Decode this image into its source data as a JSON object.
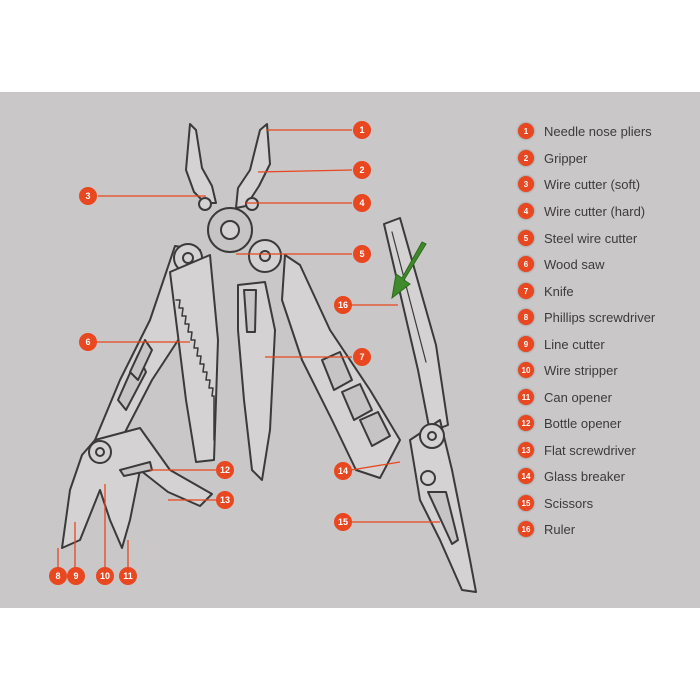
{
  "legend": [
    {
      "num": "1",
      "label": "Needle nose pliers"
    },
    {
      "num": "2",
      "label": "Gripper"
    },
    {
      "num": "3",
      "label": "Wire cutter (soft)"
    },
    {
      "num": "4",
      "label": "Wire cutter (hard)"
    },
    {
      "num": "5",
      "label": "Steel wire cutter"
    },
    {
      "num": "6",
      "label": "Wood saw"
    },
    {
      "num": "7",
      "label": "Knife"
    },
    {
      "num": "8",
      "label": "Phillips screwdriver"
    },
    {
      "num": "9",
      "label": "Line cutter"
    },
    {
      "num": "10",
      "label": "Wire stripper"
    },
    {
      "num": "11",
      "label": "Can opener"
    },
    {
      "num": "12",
      "label": "Bottle opener"
    },
    {
      "num": "13",
      "label": "Flat screwdriver"
    },
    {
      "num": "14",
      "label": "Glass breaker"
    },
    {
      "num": "15",
      "label": "Scissors"
    },
    {
      "num": "16",
      "label": "Ruler"
    }
  ],
  "colors": {
    "accent": "#e8471f",
    "panel": "#c9c7c8",
    "outline": "#3a3a3a",
    "arrow": "#3f8a2a"
  }
}
